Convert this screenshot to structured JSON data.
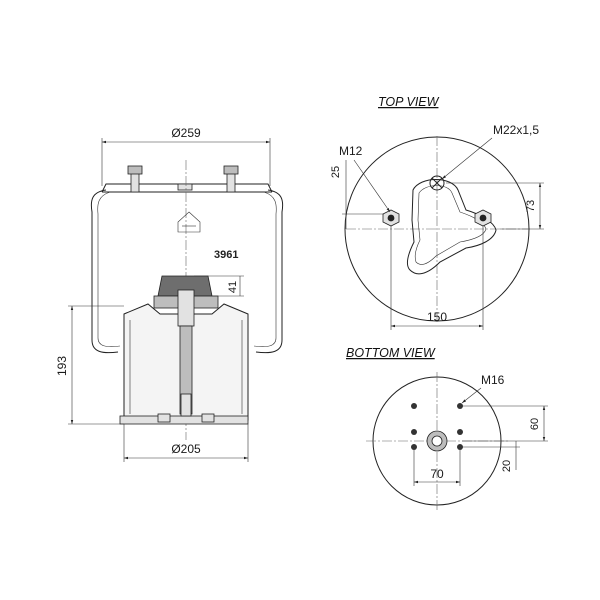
{
  "side_view": {
    "top_diameter": "Ø259",
    "bottom_diameter": "Ø205",
    "height": "193",
    "stud_height": "41",
    "part_number": "3961"
  },
  "top_view": {
    "title": "TOP VIEW",
    "stud_thread": "M12",
    "air_fitting_thread": "M22x1,5",
    "offset_dim": "25",
    "fitting_offset": "73",
    "stud_spacing": "150"
  },
  "bottom_view": {
    "title": "BOTTOM VIEW",
    "hole_thread": "M16",
    "dim_60": "60",
    "dim_20": "20",
    "dim_70": "70"
  }
}
